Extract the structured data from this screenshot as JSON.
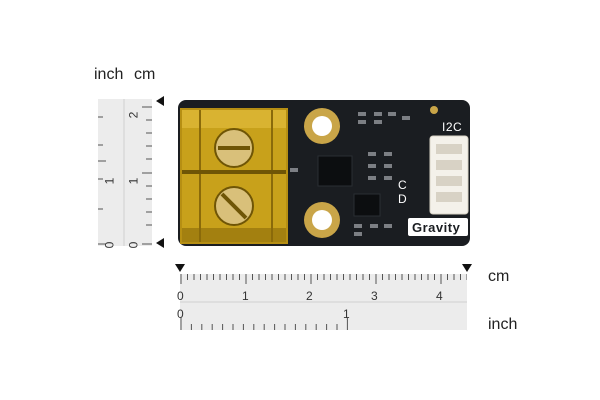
{
  "units": {
    "left_inch": "inch",
    "left_cm": "cm",
    "bottom_cm": "cm",
    "bottom_inch": "inch"
  },
  "vertical_ruler": {
    "cm_ticks": [
      "2",
      "1",
      "0"
    ],
    "inch_ticks": [
      "1",
      "0"
    ]
  },
  "horizontal_ruler": {
    "cm_ticks": [
      "0",
      "1",
      "2",
      "3",
      "4"
    ],
    "inch_ticks": [
      "0",
      "1"
    ]
  },
  "board": {
    "label_interface": "I2C",
    "label_brand": "Gravity",
    "label_c": "C",
    "label_d": "D",
    "pcb_color": "#1a1d21",
    "terminal_color": "#caa31d"
  }
}
